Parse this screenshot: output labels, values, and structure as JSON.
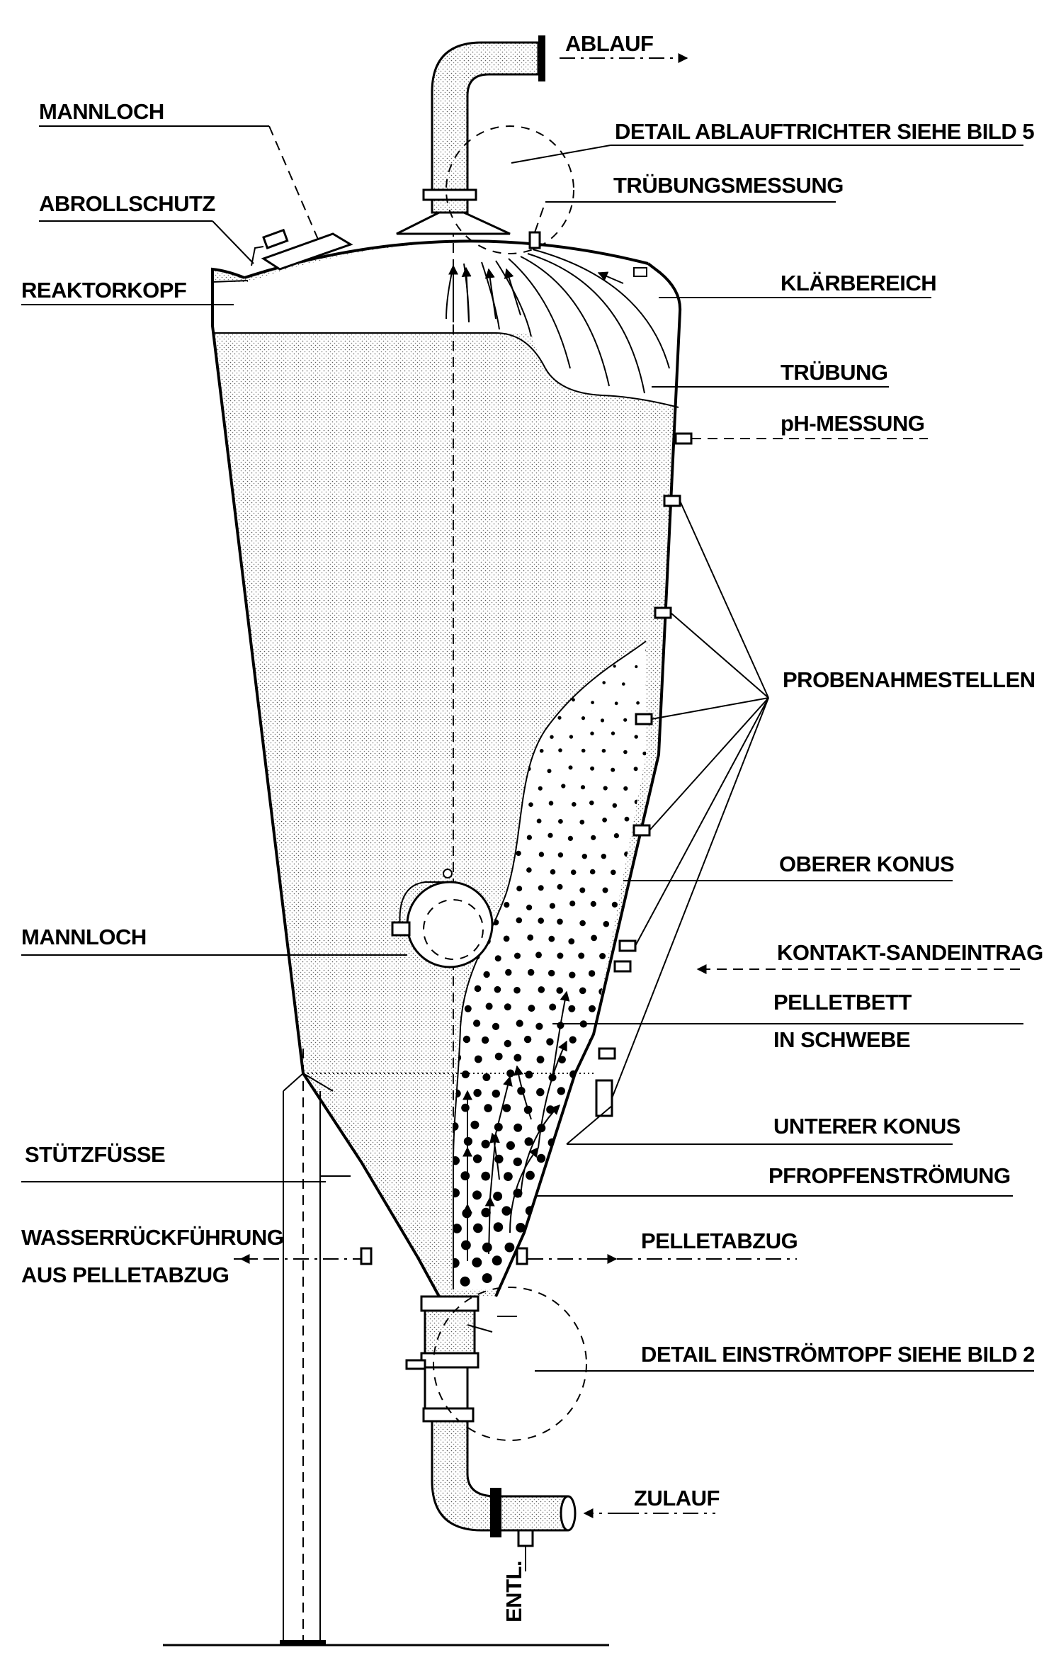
{
  "labels": {
    "ablauf": "ABLAUF",
    "mannloch_top": "MANNLOCH",
    "detail_ablauftrichter": "DETAIL ABLAUFTRICHTER SIEHE BILD 5",
    "abrollschutz": "ABROLLSCHUTZ",
    "truebungsmessung": "TRÜBUNGSMESSUNG",
    "reaktorkopf": "REAKTORKOPF",
    "klaerbereich": "KLÄRBEREICH",
    "truebung": "TRÜBUNG",
    "ph_messung": "pH-MESSUNG",
    "probenahmestellen": "PROBENAHMESTELLEN",
    "oberer_konus": "OBERER KONUS",
    "mannloch_mid": "MANNLOCH",
    "kontakt_sandeintrag": "KONTAKT-SANDEINTRAG",
    "pelletbett_1": "PELLETBETT",
    "pelletbett_2": "IN SCHWEBE",
    "unterer_konus": "UNTERER KONUS",
    "stuetzfuesse": "STÜTZFÜSSE",
    "pfropfenstroemung": "PFROPFENSTRÖMUNG",
    "wasserrueckfuehrung_1": "WASSERRÜCKFÜHRUNG",
    "wasserrueckfuehrung_2": "AUS PELLETABZUG",
    "pelletabzug": "PELLETABZUG",
    "detail_einstroemtopf": "DETAIL EINSTRÖMTOPF SIEHE BILD 2",
    "zulauf": "ZULAUF",
    "entl": "ENTL."
  },
  "colors": {
    "ink": "#000000",
    "paper": "#ffffff",
    "stipple": "#6b6b6b"
  }
}
